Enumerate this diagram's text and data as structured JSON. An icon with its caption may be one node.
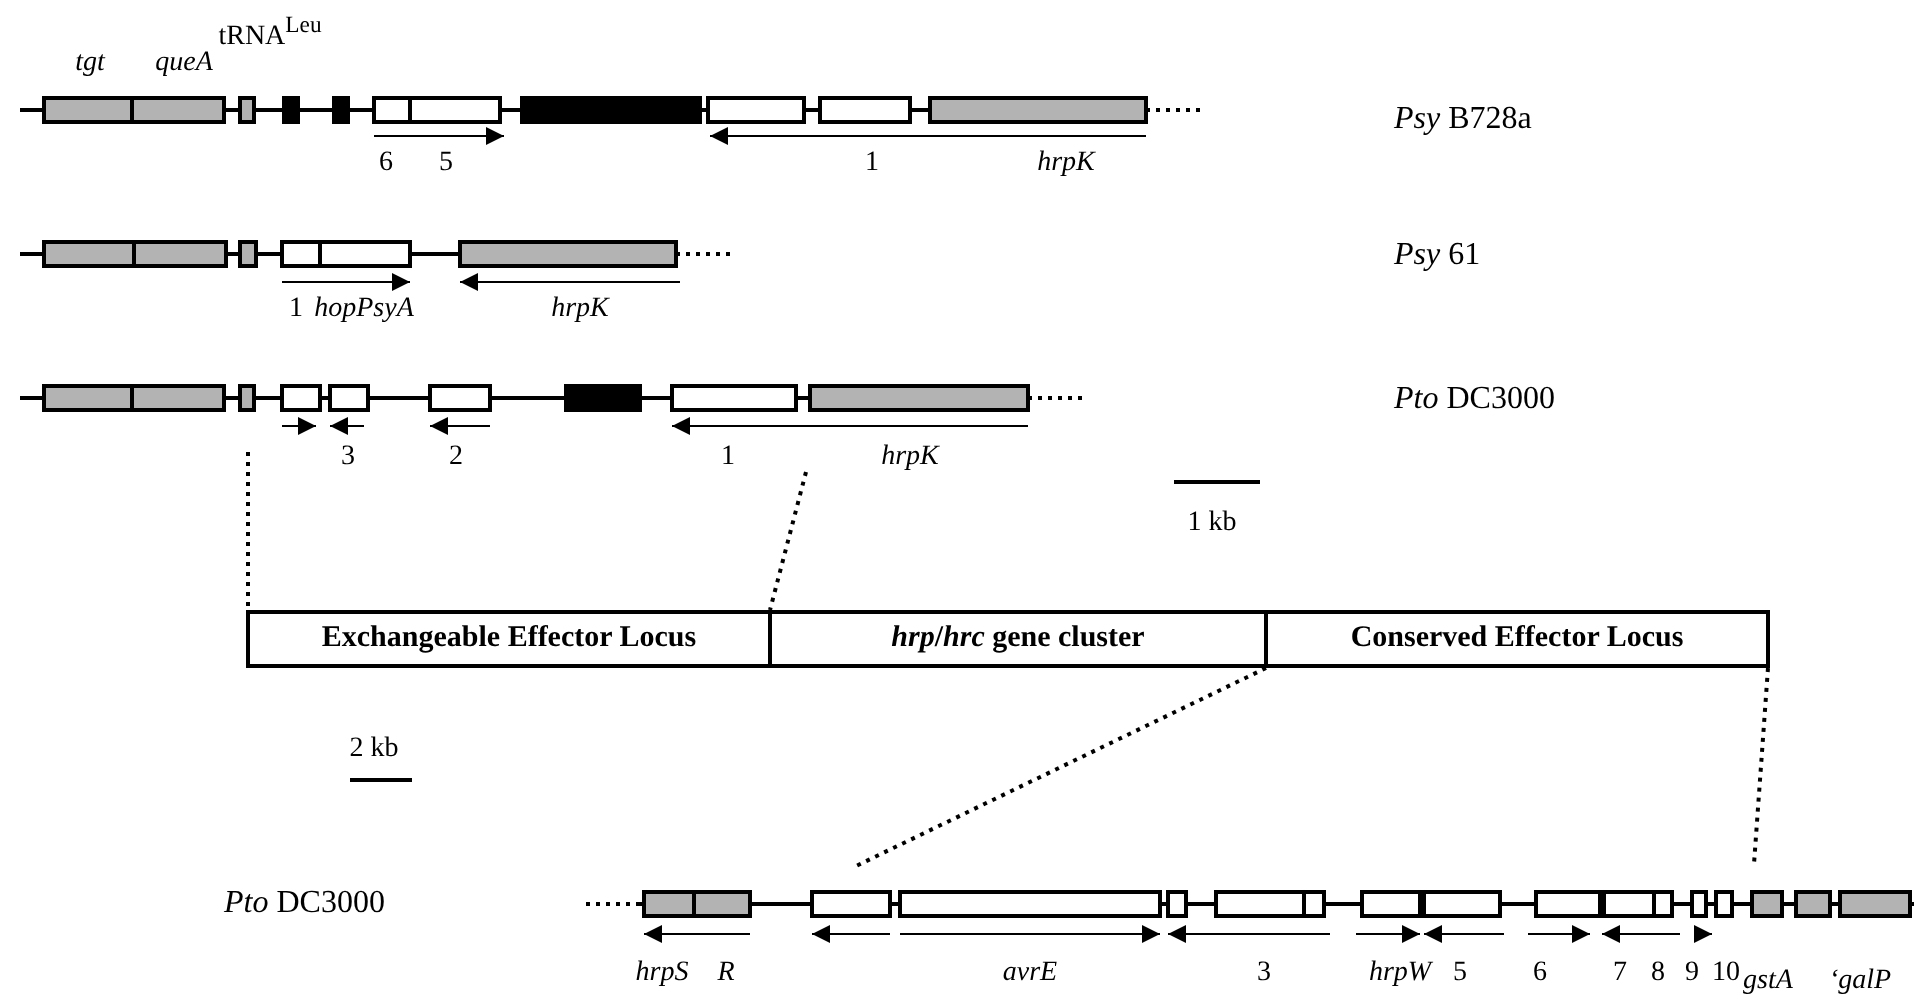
{
  "diagram": {
    "nodes": [
      {
        "text": [
          "Exchangeable Effector Locus"
        ]
      },
      {
        "text": [
          "*hrp*/*hrc* gene cluster"
        ]
      },
      {
        "text": [
          "Conserved Effector Locus"
        ]
      }
    ],
    "labels": [
      "tgt",
      "queA",
      "tRNA$^{Leu}$",
      "*Psy* B728a",
      "6",
      "5",
      "1",
      "hrpK",
      "1",
      "hopPsyA",
      "hrpK",
      "*Psy* 61",
      "3",
      "2",
      "1",
      "hrpK",
      "*Pto* DC3000",
      "1 kb",
      "2 kb",
      "*Pto* DC3000",
      "hrpS",
      "R",
      "avrE",
      "3",
      "hrpW",
      "5",
      "6",
      "7",
      "8",
      "9",
      "10",
      "gstA",
      "‘galP"
    ]
  }
}
